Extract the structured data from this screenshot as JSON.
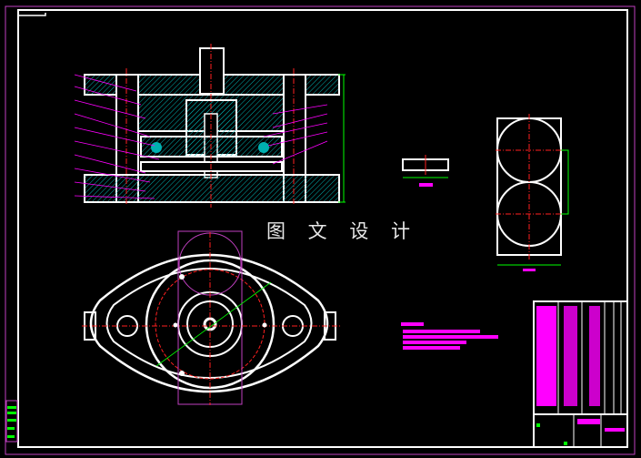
{
  "drawing": {
    "background": "#000000",
    "watermark": "图 文 设 计",
    "colors": {
      "outline": "#ffffff",
      "hatch": "#00c8c8",
      "centerline": "#ff2020",
      "dimension": "#00ff00",
      "leader": "#ff00ff",
      "border": "#c040c0"
    },
    "views": [
      {
        "name": "main-section-view"
      },
      {
        "name": "part-detail-small"
      },
      {
        "name": "part-detail-circles"
      },
      {
        "name": "top-plan-view"
      }
    ],
    "notes": {
      "count": 4
    },
    "title_block": {
      "present": true
    }
  }
}
